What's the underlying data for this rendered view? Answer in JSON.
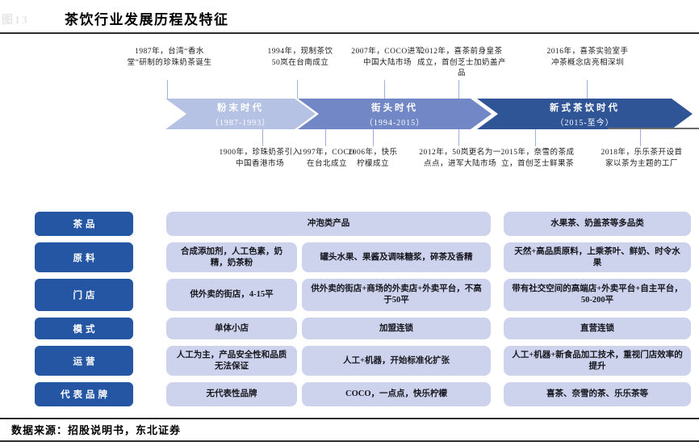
{
  "page": {
    "title": "茶饮行业发展历程及特征",
    "source": "数据来源：招股说明书，东北证券",
    "faded_figure_mark": "图13"
  },
  "colors": {
    "era1": "#b6c2e4",
    "era2": "#7187c6",
    "era3": "#2f5597",
    "row_label_bg": "#2456a4",
    "cell_bg": "#cdd3ed",
    "connector": "#9fb1d8"
  },
  "timeline": {
    "eras": [
      {
        "name": "粉末时代",
        "years": "（1987-1993）",
        "color": "#b6c2e4"
      },
      {
        "name": "街头时代",
        "years": "（1994-2015）",
        "color": "#7187c6"
      },
      {
        "name": "新式茶饮时代",
        "years": "（2015-至今）",
        "color": "#2f5597"
      }
    ],
    "events_above": [
      {
        "text": "1987年，台湾“香水堂”研制的珍珠奶茶诞生"
      },
      {
        "text": "1994年，现制茶饮50岚在台南成立"
      },
      {
        "text": "2007年，COCO进军中国大陆市场"
      },
      {
        "text": "2012年，喜茶前身皇茶成立，首创芝士加奶盖产品"
      },
      {
        "text": "2016年，喜茶实验室手冲茶概念店亮相深圳"
      }
    ],
    "events_below": [
      {
        "text": "1900年，珍珠奶茶引入中国香港市场"
      },
      {
        "text": "1997年，COCO在台北成立"
      },
      {
        "text": "2006年，快乐柠檬成立"
      },
      {
        "text": "2012年，50岚更名为一点点，进军大陆市场"
      },
      {
        "text": "2015年，奈雪的茶成立，首创芝士鲜果茶"
      },
      {
        "text": "2018年，乐乐茶开设首家以茶为主题的工厂"
      }
    ]
  },
  "table": {
    "rows": [
      {
        "label": "茶品",
        "cells": [
          "冲泡类产品",
          "水果茶、奶盖茶等多品类"
        ]
      },
      {
        "label": "原料",
        "cells": [
          "合成添加剂，人工色素，奶精，奶茶粉",
          "罐头水果、果酱及调味糖浆，碎茶及香精",
          "天然+高品质原料，上乘茶叶、鲜奶、时令水果"
        ]
      },
      {
        "label": "门店",
        "cells": [
          "供外卖的街店，4-15平",
          "供外卖的街店+商场的外卖店+外卖平台，不高于50平",
          "带有社交空间的高端店+外卖平台+自主平台，50-200平"
        ]
      },
      {
        "label": "模式",
        "cells": [
          "单体小店",
          "加盟连锁",
          "直营连锁"
        ]
      },
      {
        "label": "运营",
        "cells": [
          "人工为主，产品安全性和品质无法保证",
          "人工+机器，开始标准化扩张",
          "人工+机器+新食品加工技术，重视门店效率的提升"
        ]
      },
      {
        "label": "代表品牌",
        "cells": [
          "无代表性品牌",
          "COCO，一点点，快乐柠檬",
          "喜茶、奈雪的茶、乐乐茶等"
        ]
      }
    ]
  }
}
